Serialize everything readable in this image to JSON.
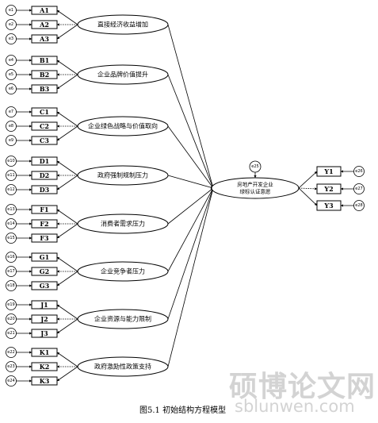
{
  "caption": "图5.1  初始结构方程模型",
  "watermark": {
    "brand": "硕博论文网",
    "url": "sblunwen.com"
  },
  "blocks": [
    {
      "name": "直接经济收益增加",
      "indicators": [
        "A1",
        "A2",
        "A3"
      ],
      "errors": [
        "e1",
        "e2",
        "e3"
      ]
    },
    {
      "name": "企业品牌价值提升",
      "indicators": [
        "B1",
        "B2",
        "B3"
      ],
      "errors": [
        "e4",
        "e5",
        "e6"
      ]
    },
    {
      "name": "企业绿色战略与价值取向",
      "indicators": [
        "C1",
        "C2",
        "C3"
      ],
      "errors": [
        "e7",
        "e8",
        "e9"
      ]
    },
    {
      "name": "政府强制规制压力",
      "indicators": [
        "D1",
        "D2",
        "D3"
      ],
      "errors": [
        "e10",
        "e11",
        "e12"
      ]
    },
    {
      "name": "消费者需求压力",
      "indicators": [
        "F1",
        "F2",
        "F3"
      ],
      "errors": [
        "e13",
        "e14",
        "e15"
      ]
    },
    {
      "name": "企业竞争者压力",
      "indicators": [
        "G1",
        "G2",
        "G3"
      ],
      "errors": [
        "e16",
        "e17",
        "e18"
      ]
    },
    {
      "name": "企业资源与能力限制",
      "indicators": [
        "J1",
        "J2",
        "J3"
      ],
      "errors": [
        "e19",
        "e20",
        "e21"
      ]
    },
    {
      "name": "政府激励性政策支持",
      "indicators": [
        "K1",
        "K2",
        "K3"
      ],
      "errors": [
        "e22",
        "e23",
        "e24"
      ]
    }
  ],
  "outcome": {
    "name_line1": "房地产开发企业",
    "name_line2": "绿标认证意愿",
    "disturbance": "e25",
    "indicators": [
      "Y1",
      "Y2",
      "Y3"
    ],
    "errors": [
      "e26",
      "e27",
      "e28"
    ]
  }
}
